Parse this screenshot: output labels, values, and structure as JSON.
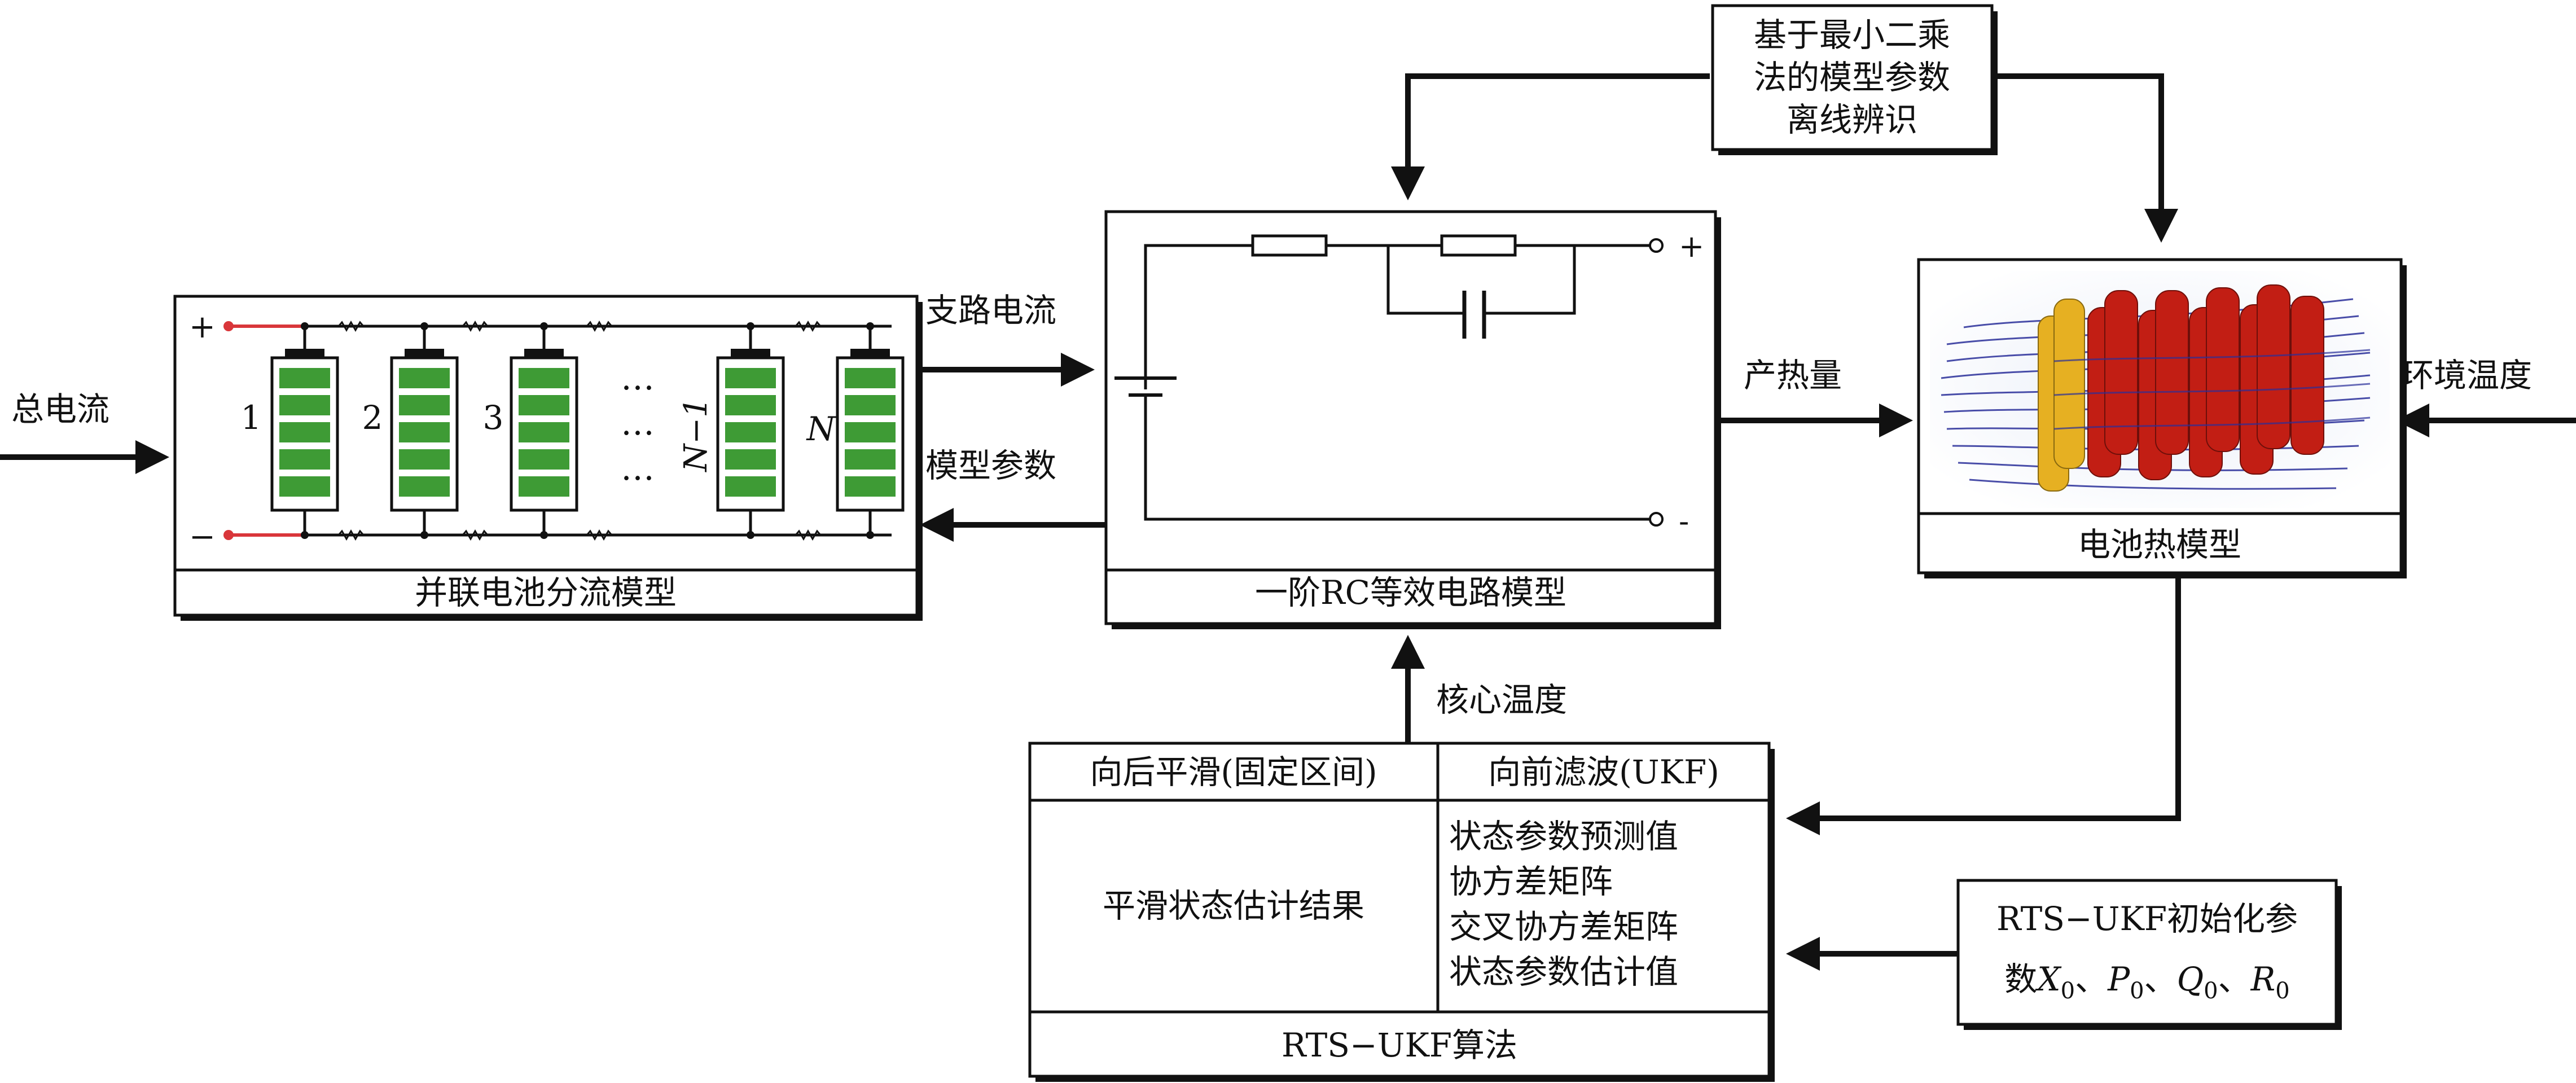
{
  "labels": {
    "total_current": "总电流",
    "branch_current": "支路电流",
    "model_params": "模型参数",
    "heat_generation": "产热量",
    "ambient_temp": "环境温度",
    "core_temp": "核心温度"
  },
  "ls_box": {
    "lines": [
      "基于最小二乘",
      "法的模型参数",
      "离线辨识"
    ]
  },
  "parallel_model": {
    "title": "并联电池分流模型",
    "plus": "+",
    "minus": "−",
    "cell_labels": [
      "1",
      "2",
      "3",
      "N−1",
      "N"
    ],
    "ellipsis": "…"
  },
  "rc_model": {
    "title": "一阶RC等效电路模型",
    "plus": "+",
    "minus": "-"
  },
  "thermal_model": {
    "title": "电池热模型"
  },
  "rts": {
    "title": "RTS−UKF算法",
    "backward_header": "向后平滑(固定区间)",
    "forward_header": "向前滤波(UKF)",
    "smooth_result": "平滑状态估计结果",
    "forward_items": [
      "状态参数预测值",
      "协方差矩阵",
      "交叉协方差矩阵",
      "状态参数估计值"
    ]
  },
  "init_box": {
    "line1": "RTS−UKF初始化参",
    "line2_prefix": "数",
    "params": [
      {
        "sym": "X",
        "sub": "0"
      },
      {
        "sym": "P",
        "sub": "0"
      },
      {
        "sym": "Q",
        "sub": "0"
      },
      {
        "sym": "R",
        "sub": "0"
      }
    ],
    "separator": "、"
  },
  "colors": {
    "line": "#111111",
    "cell_green": "#3e9b35",
    "terminal_red": "#d9363a",
    "heat_red": "#c21e14",
    "heat_yellow": "#e6b022",
    "flow_blue": "#2a2f9a"
  }
}
